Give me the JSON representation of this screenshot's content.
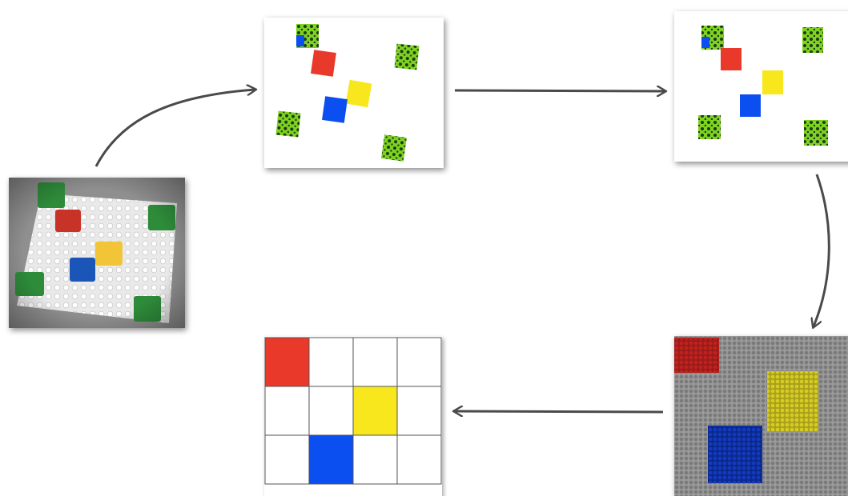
{
  "diagram": {
    "steps": [
      {
        "id": "photo",
        "description_free": true
      },
      {
        "id": "color-mask"
      },
      {
        "id": "cleaned-mask"
      },
      {
        "id": "pixelated-grid"
      },
      {
        "id": "output-grid"
      }
    ],
    "colors": {
      "red": "#e8392a",
      "yellow": "#f8e71c",
      "blue": "#0b4ff0",
      "green": "#7ed321",
      "dark_green": "#2e8b3a",
      "gray": "#8b8b8b",
      "arrow": "#4a4a4a"
    },
    "output_grid": {
      "rows": 3,
      "cols": 4,
      "cells": [
        [
          "red",
          "white",
          "white",
          "white"
        ],
        [
          "white",
          "white",
          "yellow",
          "white"
        ],
        [
          "white",
          "blue",
          "white",
          "white"
        ]
      ]
    }
  }
}
